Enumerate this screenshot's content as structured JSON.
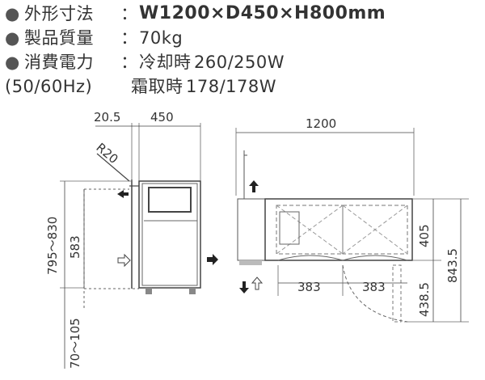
{
  "specs": [
    {
      "bullet": "●",
      "label": "外形寸法",
      "colon": "：",
      "value": "W1200×D450×H800mm"
    },
    {
      "bullet": "●",
      "label": "製品質量",
      "colon": "：",
      "value": "70kg"
    },
    {
      "bullet": "●",
      "label": "消費電力",
      "colon": "：",
      "mode": "冷却時",
      "value": "260/250W"
    },
    {
      "label": "(50/60Hz)",
      "mode": "霜取時",
      "value": "178/178W"
    }
  ],
  "dims": {
    "top_gap": "20.5",
    "depth": "450",
    "radius": "R20",
    "height_range": "795～830",
    "inner_height": "583",
    "leg_range": "70～105",
    "width": "1200",
    "top_depth": "405",
    "door_left": "383",
    "door_right": "383",
    "door_swing": "438.5",
    "total_depth": "843.5"
  },
  "icons": [
    "airflow-arrow-icon",
    "outline-arrow-icon",
    "up-arrow-icon",
    "down-arrow-icon"
  ]
}
